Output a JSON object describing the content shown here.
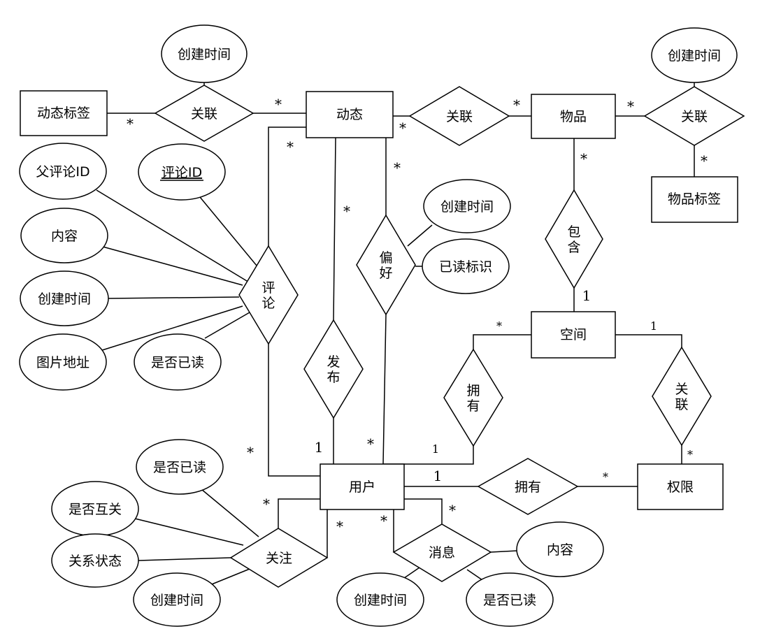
{
  "entities": {
    "dynamic": "动态",
    "dynamic_tag": "动态标签",
    "item": "物品",
    "item_tag": "物品标签",
    "space": "空间",
    "user": "用户",
    "permission": "权限"
  },
  "relationships": {
    "rel_tag_dynamic": "关联",
    "rel_dynamic_item": "关联",
    "rel_item_tag": "关联",
    "comment": "评论",
    "preference": "偏好",
    "publish": "发布",
    "contain": "包含",
    "own_space": "拥有",
    "rel_space_perm": "关联",
    "own_perm": "拥有",
    "follow": "关注",
    "message": "消息"
  },
  "attributes": {
    "tag_create_time": "创建时间",
    "item_tag_create_time": "创建时间",
    "parent_comment_id": "父评论ID",
    "comment_id": "评论ID",
    "comment_content": "内容",
    "comment_create_time": "创建时间",
    "image_url": "图片地址",
    "comment_is_read": "是否已读",
    "pref_create_time": "创建时间",
    "read_flag": "已读标识",
    "follow_is_read": "是否已读",
    "is_mutual": "是否互关",
    "relation_status": "关系状态",
    "follow_create_time": "创建时间",
    "message_content": "内容",
    "message_create_time": "创建时间",
    "message_is_read": "是否已读"
  },
  "cardinalities": {
    "many": "*",
    "one": "1"
  }
}
